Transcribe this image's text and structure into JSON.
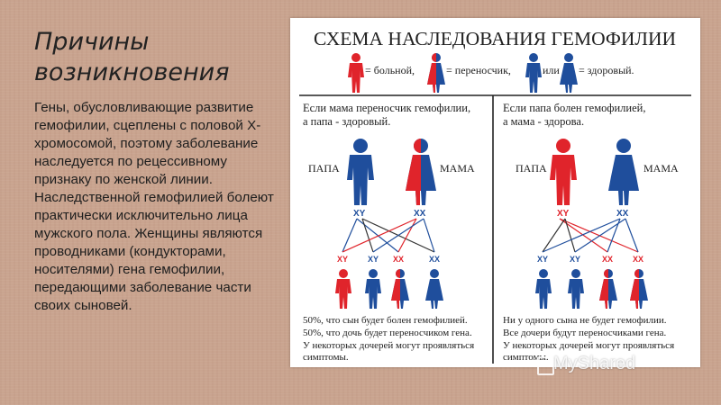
{
  "slide": {
    "title": "Причины возникновения",
    "body": "Гены, обусловливающие развитие гемофилии, сцеплены с половой Х-хромосомой, поэтому заболевание наследуется по рецессивному признаку по женской линии. Наследственной гемофилией болеют практически исключительно лица мужского пола. Женщины являются проводниками (кондукторами, носителями) гена гемофилии, передающими заболевание части своих сыновей."
  },
  "diagram": {
    "title": "СХЕМА НАСЛЕДОВАНИЯ ГЕМОФИЛИИ",
    "legend": {
      "sick": "= больной,",
      "carrier": "= переносчик,",
      "or": "или",
      "healthy": "= здоровый."
    },
    "left": {
      "heading_line1": "Если мама переносчик гемофилии,",
      "heading_line2": "а папа - здоровый.",
      "dad_label": "ПАПА",
      "mom_label": "МАМА",
      "dad_genotype": "XY",
      "mom_genotype": "XX",
      "children_genotypes": [
        "XY",
        "XY",
        "XX",
        "XX"
      ],
      "note_line1": "50%, что сын будет болен гемофилией.",
      "note_line2": "50%, что дочь будет переносчиком гена.",
      "note_line3": "У некоторых дочерей могут проявляться",
      "note_line4": "симптомы."
    },
    "right": {
      "heading_line1": "Если папа болен гемофилией,",
      "heading_line2": "а мама - здорова.",
      "dad_label": "ПАПА",
      "mom_label": "МАМА",
      "dad_genotype": "XY",
      "mom_genotype": "XX",
      "children_genotypes": [
        "XY",
        "XY",
        "XX",
        "XX"
      ],
      "note_line1": "Ни у одного сына не будет гемофилии.",
      "note_line2": "Все дочери будут переносчиками гена.",
      "note_line3": "У некоторых дочерей могут проявляться",
      "note_line4": "симптомы."
    },
    "colors": {
      "red": "#e0242b",
      "blue": "#1f4e9c",
      "title": "#2b2b2b"
    }
  },
  "watermark": "MyShared"
}
